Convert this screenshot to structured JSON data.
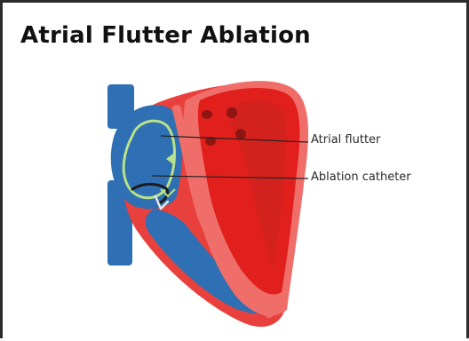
{
  "figure": {
    "title": "Atrial Flutter Ablation",
    "labels": {
      "atrial_flutter": "Atrial flutter",
      "ablation_catheter": "Ablation catheter"
    },
    "colors": {
      "heart_red": "#e8413d",
      "heart_dark_red": "#c9241f",
      "heart_pink": "#f06e6a",
      "atrium_blue": "#2f6fb3",
      "atrium_light_blue": "#4a8ed1",
      "flutter_circuit": "#b7e18a",
      "frame_border": "#2b2b2b"
    }
  }
}
